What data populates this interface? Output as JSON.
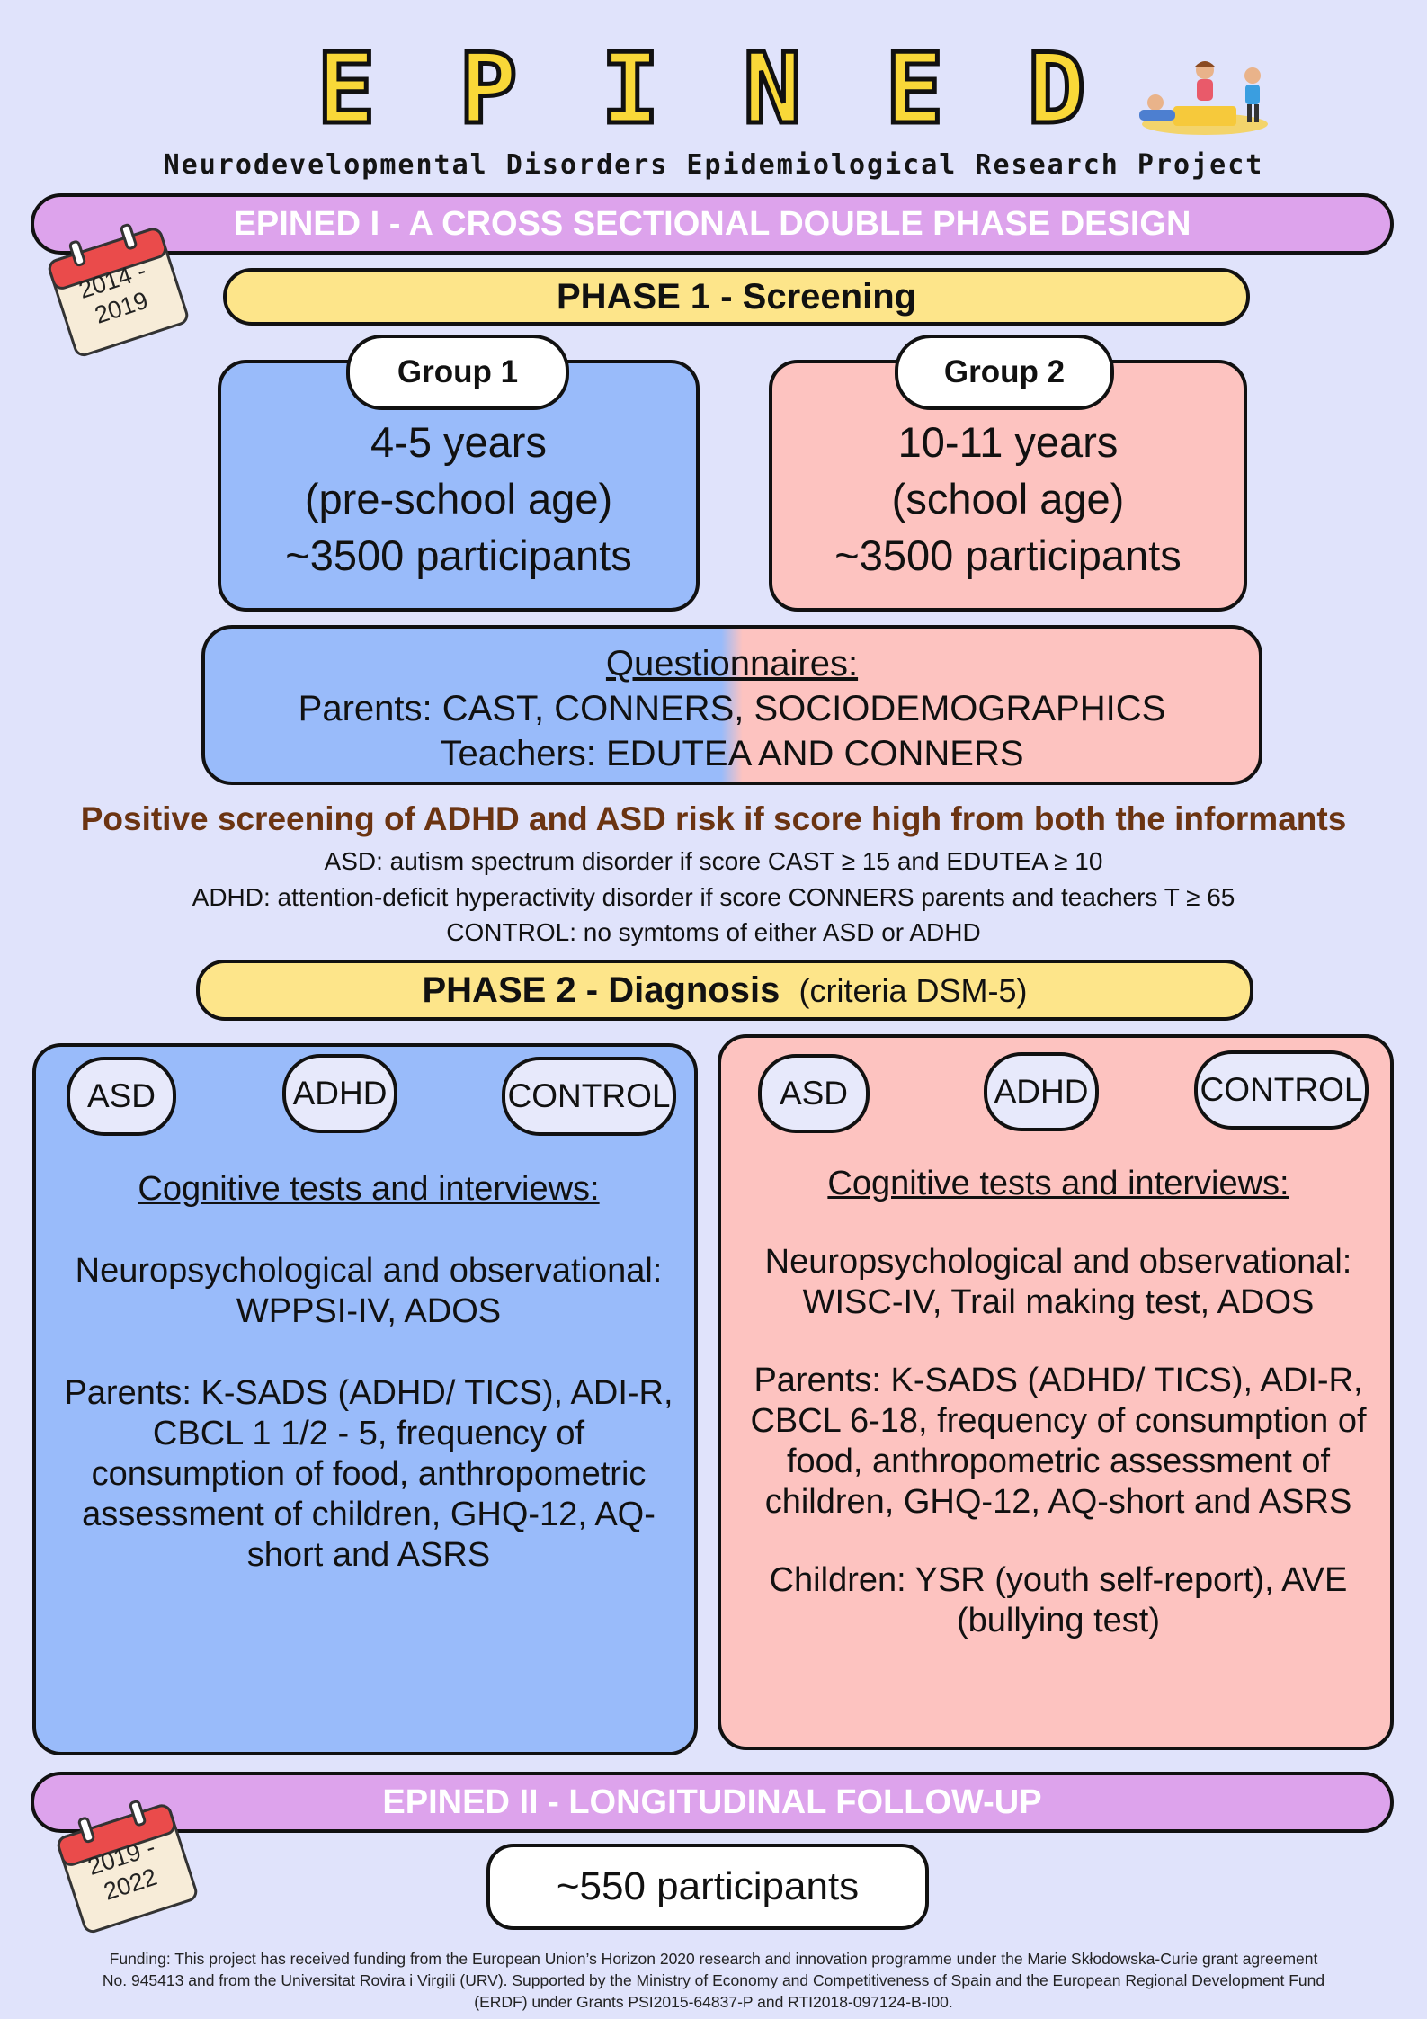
{
  "header": {
    "letters": [
      "E",
      "P",
      "I",
      "N",
      "E",
      "D"
    ],
    "subtitle": "Neurodevelopmental Disorders Epidemiological Research Project"
  },
  "epined1": {
    "banner": "EPINED I - A CROSS SECTIONAL DOUBLE PHASE DESIGN",
    "calendar": {
      "line1": "2014 -",
      "line2": "2019"
    }
  },
  "phase1": {
    "label": "PHASE 1 - Screening",
    "group1": {
      "label": "Group 1",
      "line1": "4-5 years",
      "line2": "(pre-school age)",
      "line3": "~3500 participants"
    },
    "group2": {
      "label": "Group 2",
      "line1": "10-11 years",
      "line2": "(school age)",
      "line3": "~3500 participants"
    },
    "questionnaires": {
      "title": "Questionnaires:",
      "parents": "Parents: CAST, CONNERS, SOCIODEMOGRAPHICS",
      "teachers": "Teachers: EDUTEA AND CONNERS"
    }
  },
  "screening": {
    "headline": "Positive screening of ADHD and ASD risk if score high from both the informants",
    "asd": "ASD: autism spectrum disorder if  score CAST  ≥ 15 and EDUTEA  ≥ 10",
    "adhd": "ADHD: attention-deficit hyperactivity disorder if score CONNERS parents and teachers T  ≥ 65",
    "control": "CONTROL: no symtoms of either ASD or ADHD"
  },
  "phase2": {
    "label": "PHASE 2 - Diagnosis",
    "criteria": "(criteria DSM-5)",
    "left": {
      "tags": [
        "ASD",
        "ADHD",
        "CONTROL"
      ],
      "title": "Cognitive tests and interviews:",
      "neuro": "Neuropsychological and observational: WPPSI-IV, ADOS",
      "parents": "Parents: K-SADS (ADHD/ TICS), ADI-R, CBCL 1 1/2 - 5, frequency of consumption of food, anthropometric assessment of children, GHQ-12, AQ-short and ASRS"
    },
    "right": {
      "tags": [
        "ASD",
        "ADHD",
        "CONTROL"
      ],
      "title": "Cognitive tests and interviews:",
      "neuro": "Neuropsychological and observational: WISC-IV, Trail making test, ADOS",
      "parents": "Parents: K-SADS (ADHD/ TICS), ADI-R, CBCL 6-18, frequency of consumption of food, anthropometric assessment of children, GHQ-12, AQ-short and ASRS",
      "children": "Children: YSR (youth self-report), AVE (bullying test)"
    }
  },
  "epined2": {
    "banner": "EPINED II - LONGITUDINAL FOLLOW-UP",
    "calendar": {
      "line1": "2019 -",
      "line2": "2022"
    },
    "participants": "~550 participants"
  },
  "funding": {
    "line1": "Funding: This project has received funding from the European Union’s Horizon 2020 research and innovation programme under the Marie Skłodowska-Curie grant agreement",
    "line2": "No. 945413 and from the Universitat Rovira i Virgili (URV). Supported by the Ministry of Economy and Competitiveness of Spain and the European Regional Development Fund",
    "line3": "(ERDF) under Grants PSI2015-64837-P and RTI2018-097124-B-I00."
  },
  "colors": {
    "background": "#e0e3fb",
    "banner": "#dda3ec",
    "phase": "#fde58a",
    "blue": "#99bbfa",
    "pink": "#fdc3c0",
    "title_yellow": "#f9d838",
    "headline": "#6b3412"
  }
}
